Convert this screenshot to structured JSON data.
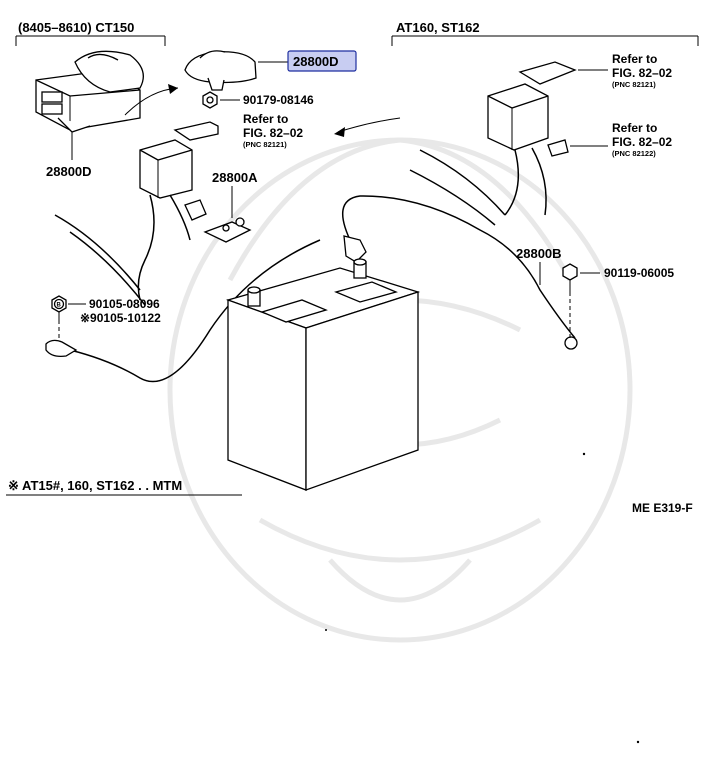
{
  "labels": {
    "ct150_range": "(8405–8610) CT150",
    "at160_st162": "AT160, ST162",
    "part_28800D_highlight": "28800D",
    "part_28800D": "28800D",
    "nut_90179": "90179-08146",
    "refer_mid_1": "Refer to",
    "refer_mid_2": "FIG. 82–02",
    "refer_mid_3": "(PNC 82121)",
    "refer_top_1": "Refer to",
    "refer_top_2": "FIG. 82–02",
    "refer_top_3": "(PNC 82121)",
    "refer_low_1": "Refer to",
    "refer_low_2": "FIG. 82–02",
    "refer_low_3": "(PNC 82122)",
    "part_28800A": "28800A",
    "part_28800B": "28800B",
    "bolt_90119": "90119-06005",
    "bolt_90105_a": "90105-08096",
    "bolt_90105_b": "※90105-10122",
    "circle_b": "B",
    "footnote": "※ AT15#, 160, ST162 . . MTM",
    "figure_code": "ME E319-F"
  },
  "colors": {
    "highlight_fill": "#c8cdf2",
    "highlight_border": "#1f2fa0",
    "ink": "#000000",
    "watermark": "#e6e6e6"
  }
}
